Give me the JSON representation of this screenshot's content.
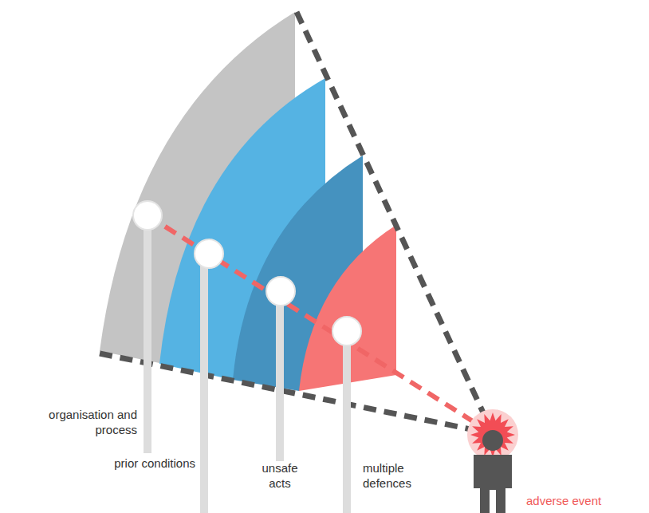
{
  "diagram": {
    "labels": [
      "organisation and process",
      "prior conditions",
      "unsafe acts",
      "multiple defences",
      "adverse event"
    ]
  }
}
